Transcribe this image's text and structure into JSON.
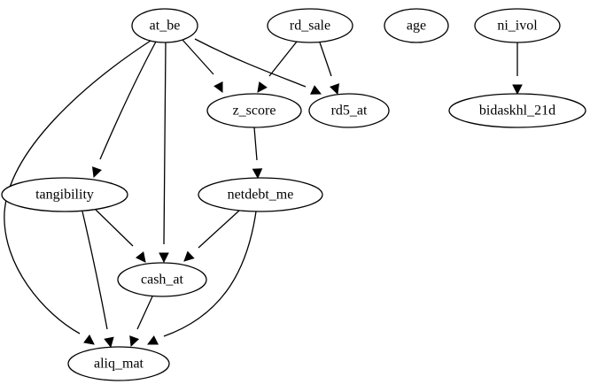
{
  "diagram": {
    "type": "directed-graph",
    "nodes": [
      {
        "id": "at_be",
        "label": "at_be"
      },
      {
        "id": "rd_sale",
        "label": "rd_sale"
      },
      {
        "id": "age",
        "label": "age"
      },
      {
        "id": "ni_ivol",
        "label": "ni_ivol"
      },
      {
        "id": "z_score",
        "label": "z_score"
      },
      {
        "id": "rd5_at",
        "label": "rd5_at"
      },
      {
        "id": "bidaskhl_21d",
        "label": "bidaskhl_21d"
      },
      {
        "id": "tangibility",
        "label": "tangibility"
      },
      {
        "id": "netdebt_me",
        "label": "netdebt_me"
      },
      {
        "id": "cash_at",
        "label": "cash_at"
      },
      {
        "id": "aliq_mat",
        "label": "aliq_mat"
      }
    ],
    "edges": [
      {
        "from": "at_be",
        "to": "z_score"
      },
      {
        "from": "at_be",
        "to": "rd5_at"
      },
      {
        "from": "at_be",
        "to": "tangibility"
      },
      {
        "from": "at_be",
        "to": "cash_at"
      },
      {
        "from": "at_be",
        "to": "aliq_mat"
      },
      {
        "from": "rd_sale",
        "to": "z_score"
      },
      {
        "from": "rd_sale",
        "to": "rd5_at"
      },
      {
        "from": "ni_ivol",
        "to": "bidaskhl_21d"
      },
      {
        "from": "z_score",
        "to": "netdebt_me"
      },
      {
        "from": "tangibility",
        "to": "cash_at"
      },
      {
        "from": "tangibility",
        "to": "aliq_mat"
      },
      {
        "from": "netdebt_me",
        "to": "cash_at"
      },
      {
        "from": "netdebt_me",
        "to": "aliq_mat"
      },
      {
        "from": "cash_at",
        "to": "aliq_mat"
      }
    ]
  }
}
